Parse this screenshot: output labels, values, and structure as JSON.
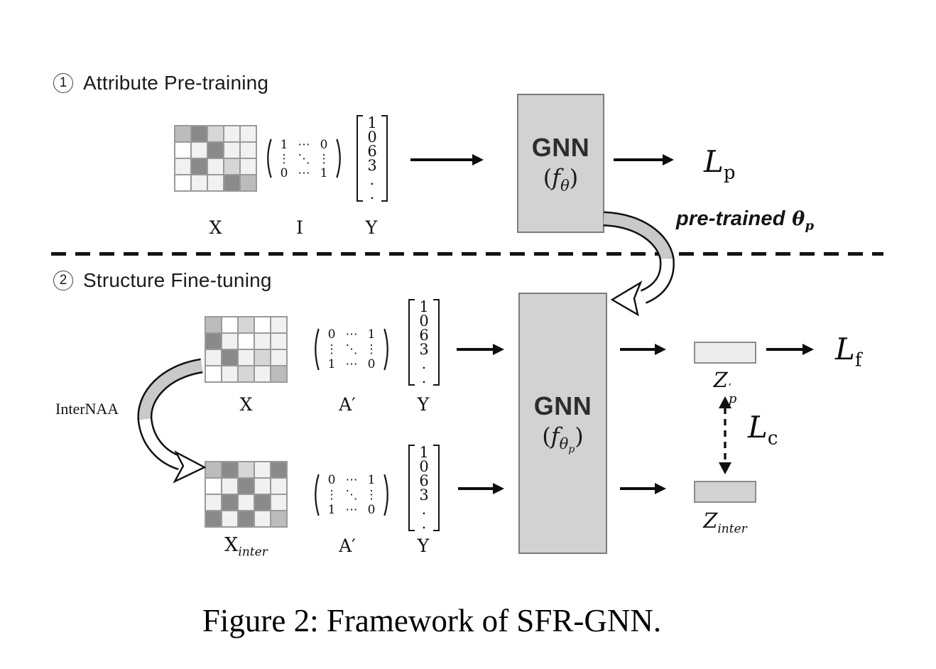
{
  "palette": {
    "cells": {
      "d": "#8a8a8a",
      "m": "#bcbcbc",
      "l": "#d6d6d6",
      "v": "#f1f1f1",
      "w": "#ffffff"
    },
    "grid_line": "#9a9a9a",
    "gnn_box_fill": "#d2d2d2",
    "gnn_box_border": "#7c7c7c",
    "zp_box_fill": "#ececec",
    "zinter_box_fill": "#d2d2d2",
    "arrow_color": "#0d0d0d"
  },
  "section1": {
    "badge": "1",
    "title": "Attribute Pre-training",
    "x_matrix": {
      "label": "X",
      "cells": [
        [
          "m",
          "d",
          "l",
          "v",
          "v"
        ],
        [
          "w",
          "v",
          "d",
          "v",
          "v"
        ],
        [
          "v",
          "d",
          "v",
          "l",
          "v"
        ],
        [
          "w",
          "v",
          "v",
          "d",
          "m"
        ]
      ]
    },
    "i_matrix": {
      "label": "I",
      "rows": [
        [
          "1",
          "⋯",
          "0"
        ],
        [
          "⋮",
          "⋱",
          "⋮"
        ],
        [
          "0",
          "⋯",
          "1"
        ]
      ]
    },
    "y_vector": {
      "label": "Y",
      "values": [
        "1",
        "0",
        "6",
        "3",
        ".",
        "."
      ]
    },
    "gnn": {
      "name": "GNN",
      "f_open": "(",
      "f": "f",
      "f_sub": "θ",
      "f_close": ")"
    },
    "loss": {
      "base": "L",
      "sub": "p"
    },
    "pretrained": {
      "text": "pre-trained",
      "theta": "θ",
      "theta_sub": "p"
    }
  },
  "section2": {
    "badge": "2",
    "title": "Structure Fine-tuning",
    "internaa_label": "InterNAA",
    "x_matrix": {
      "label": "X",
      "cells": [
        [
          "m",
          "w",
          "l",
          "w",
          "v"
        ],
        [
          "d",
          "v",
          "w",
          "v",
          "v"
        ],
        [
          "v",
          "d",
          "v",
          "l",
          "v"
        ],
        [
          "w",
          "v",
          "l",
          "v",
          "m"
        ]
      ]
    },
    "a_matrix1": {
      "label": "A′",
      "rows": [
        [
          "0",
          "⋯",
          "1"
        ],
        [
          "⋮",
          "⋱",
          "⋮"
        ],
        [
          "1",
          "⋯",
          "0"
        ]
      ]
    },
    "y_vector1": {
      "label": "Y",
      "values": [
        "1",
        "0",
        "6",
        "3",
        ".",
        "."
      ]
    },
    "xinter_matrix": {
      "label_base": "X",
      "label_sub": "inter",
      "cells": [
        [
          "m",
          "d",
          "l",
          "v",
          "d"
        ],
        [
          "w",
          "v",
          "d",
          "v",
          "v"
        ],
        [
          "v",
          "d",
          "v",
          "d",
          "v"
        ],
        [
          "d",
          "v",
          "d",
          "v",
          "m"
        ]
      ]
    },
    "a_matrix2": {
      "label": "A′",
      "rows": [
        [
          "0",
          "⋯",
          "1"
        ],
        [
          "⋮",
          "⋱",
          "⋮"
        ],
        [
          "1",
          "⋯",
          "0"
        ]
      ]
    },
    "y_vector2": {
      "label": "Y",
      "values": [
        "1",
        "0",
        "6",
        "3",
        ".",
        "."
      ]
    },
    "gnn": {
      "name": "GNN",
      "f_open": "(",
      "f": "f",
      "f_sub": "θ",
      "f_subsub": "p",
      "f_close": ")"
    },
    "zp": {
      "base": "Z",
      "prime": "′",
      "sub": "p"
    },
    "zinter": {
      "base": "Z",
      "sub": "inter"
    },
    "loss_f": {
      "base": "L",
      "sub": "f"
    },
    "loss_c": {
      "base": "L",
      "sub": "c"
    }
  },
  "caption": "Figure 2: Framework of SFR-GNN."
}
